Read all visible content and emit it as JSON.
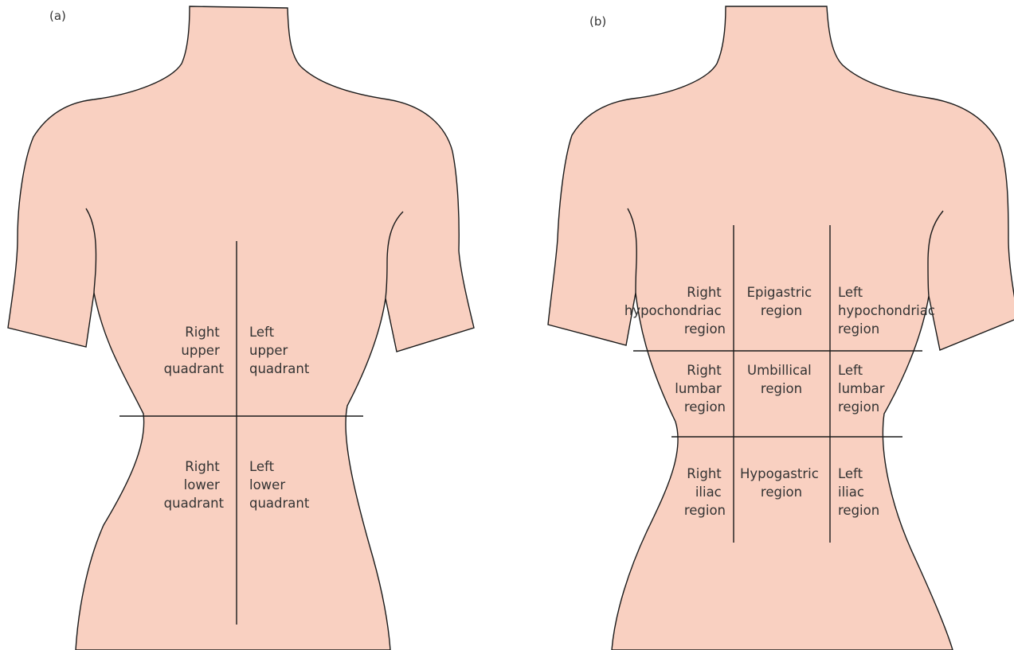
{
  "colors": {
    "skin": "#f9d0c1",
    "outline": "#1a1a1a",
    "text": "#333333",
    "background": "#ffffff"
  },
  "panel_a": {
    "label": "(a)",
    "regions": [
      {
        "id": "ruq",
        "lines": [
          "Right",
          "upper",
          "quadrant"
        ]
      },
      {
        "id": "luq",
        "lines": [
          "Left",
          "upper",
          "quadrant"
        ]
      },
      {
        "id": "rlq",
        "lines": [
          "Right",
          "lower",
          "quadrant"
        ]
      },
      {
        "id": "llq",
        "lines": [
          "Left",
          "lower",
          "quadrant"
        ]
      }
    ]
  },
  "panel_b": {
    "label": "(b)",
    "regions": [
      {
        "id": "right-hypochondriac",
        "lines": [
          "Right",
          "hypochondriac",
          "region"
        ]
      },
      {
        "id": "epigastric",
        "lines": [
          "Epigastric",
          "region"
        ]
      },
      {
        "id": "left-hypochondriac",
        "lines": [
          "Left",
          "hypochondriac",
          "region"
        ]
      },
      {
        "id": "right-lumbar",
        "lines": [
          "Right",
          "lumbar",
          "region"
        ]
      },
      {
        "id": "umbillical",
        "lines": [
          "Umbillical",
          "region"
        ]
      },
      {
        "id": "left-lumbar",
        "lines": [
          "Left",
          "lumbar",
          "region"
        ]
      },
      {
        "id": "right-iliac",
        "lines": [
          "Right",
          "iliac",
          "region"
        ]
      },
      {
        "id": "hypogastric",
        "lines": [
          "Hypogastric",
          "region"
        ]
      },
      {
        "id": "left-iliac",
        "lines": [
          "Left",
          "iliac",
          "region"
        ]
      }
    ]
  }
}
